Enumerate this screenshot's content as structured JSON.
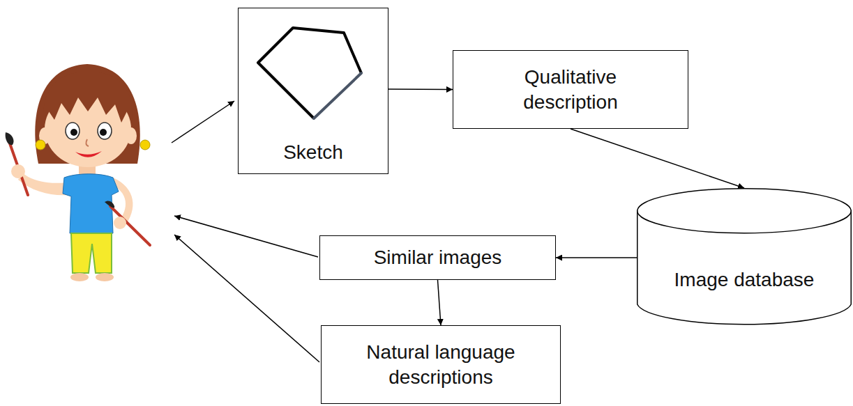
{
  "diagram": {
    "nodes": [
      {
        "text": [
          "Sketch"
        ]
      },
      {
        "text": [
          "Qualitative description"
        ]
      },
      {
        "text": [
          "Image database"
        ]
      },
      {
        "text": [
          "Similar images"
        ]
      },
      {
        "text": [
          "Natural language descriptions"
        ]
      }
    ],
    "edges": [
      {
        "from": 0,
        "to": 1,
        "arrow": "to"
      },
      {
        "from": 1,
        "to": 2,
        "arrow": "to"
      },
      {
        "from": 2,
        "to": 3,
        "arrow": "to"
      },
      {
        "from": 3,
        "to": 4,
        "arrow": "to"
      }
    ]
  }
}
